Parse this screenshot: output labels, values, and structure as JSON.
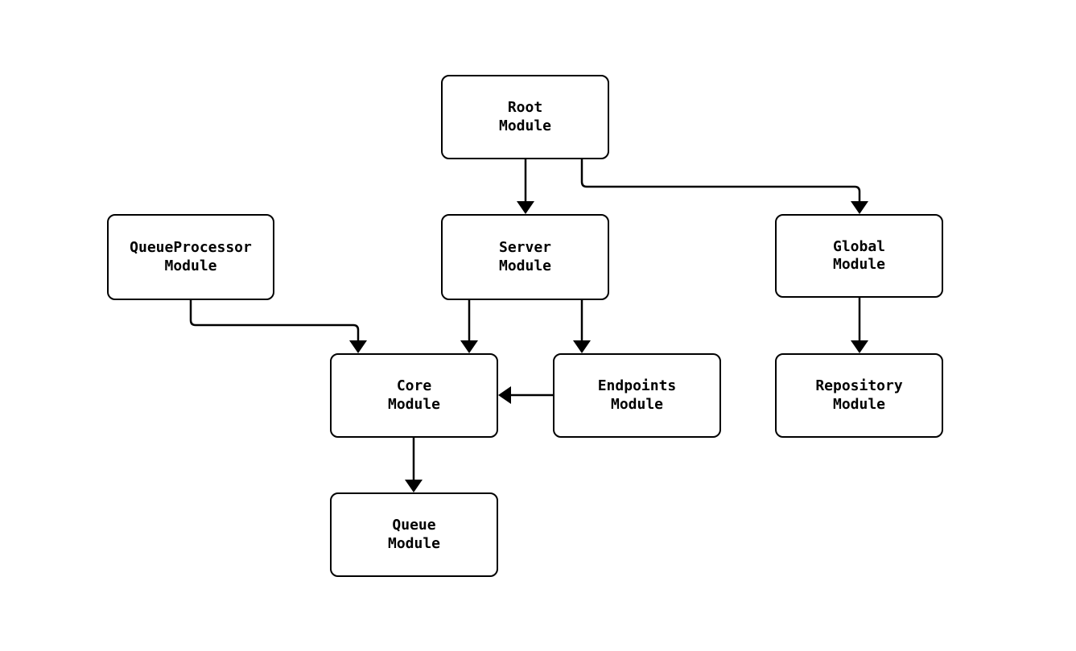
{
  "diagram": {
    "type": "module-dependency-graph",
    "background_color": "#ffffff",
    "node_border_color": "#000000",
    "node_fill_color": "#ffffff",
    "edge_color": "#000000",
    "nodes": [
      {
        "id": "root",
        "line1": "Root",
        "line2": "Module"
      },
      {
        "id": "queueprocessor",
        "line1": "QueueProcessor",
        "line2": "Module"
      },
      {
        "id": "server",
        "line1": "Server",
        "line2": "Module"
      },
      {
        "id": "global",
        "line1": "Global",
        "line2": "Module"
      },
      {
        "id": "core",
        "line1": "Core",
        "line2": "Module"
      },
      {
        "id": "endpoints",
        "line1": "Endpoints",
        "line2": "Module"
      },
      {
        "id": "repository",
        "line1": "Repository",
        "line2": "Module"
      },
      {
        "id": "queue",
        "line1": "Queue",
        "line2": "Module"
      }
    ],
    "edges": [
      {
        "from": "root",
        "to": "server"
      },
      {
        "from": "root",
        "to": "global"
      },
      {
        "from": "queueprocessor",
        "to": "core"
      },
      {
        "from": "server",
        "to": "core"
      },
      {
        "from": "server",
        "to": "endpoints"
      },
      {
        "from": "endpoints",
        "to": "core"
      },
      {
        "from": "global",
        "to": "repository"
      },
      {
        "from": "core",
        "to": "queue"
      }
    ]
  }
}
